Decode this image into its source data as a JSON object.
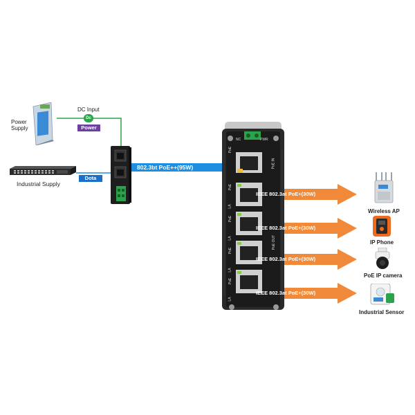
{
  "power_supply": {
    "label_line1": "Power",
    "label_line2": "Supply"
  },
  "dc_input": {
    "label": "DC Input",
    "badge": "Dc",
    "tag": "Power"
  },
  "industrial_supply": {
    "label": "Industrial Supply"
  },
  "data_tag": {
    "label": "Dota"
  },
  "trunk": {
    "label": "802.3bt PoE++(95W)"
  },
  "switch": {
    "top_labels": {
      "pwr": "PWR",
      "nc": "NC"
    },
    "side_labels": [
      "PoE",
      "PoE",
      "LA",
      "PoE",
      "LA",
      "PoE",
      "LA",
      "PoE",
      "LA"
    ],
    "poe_in_label": "PoE IN",
    "poe_out_label": "PoE OUT"
  },
  "outputs": [
    {
      "label": "IEEE 802.3at PoE+(30W)",
      "device": "Wireless AP"
    },
    {
      "label": "IEEE 802.3at PoE+(30W)",
      "device": "IP Phone"
    },
    {
      "label": "IEEE 802.3at PoE+(30W)",
      "device": "PoE IP camera"
    },
    {
      "label": "IEEE 802.3at PoE+(30W)",
      "device": "Industrial Sensor"
    }
  ],
  "colors": {
    "green_line": "#2ca24a",
    "blue_line": "#1e8fe0",
    "orange_arrow": "#f08a3a",
    "purple_tag": "#6c3fa0",
    "blue_tag": "#1b6fc6"
  }
}
